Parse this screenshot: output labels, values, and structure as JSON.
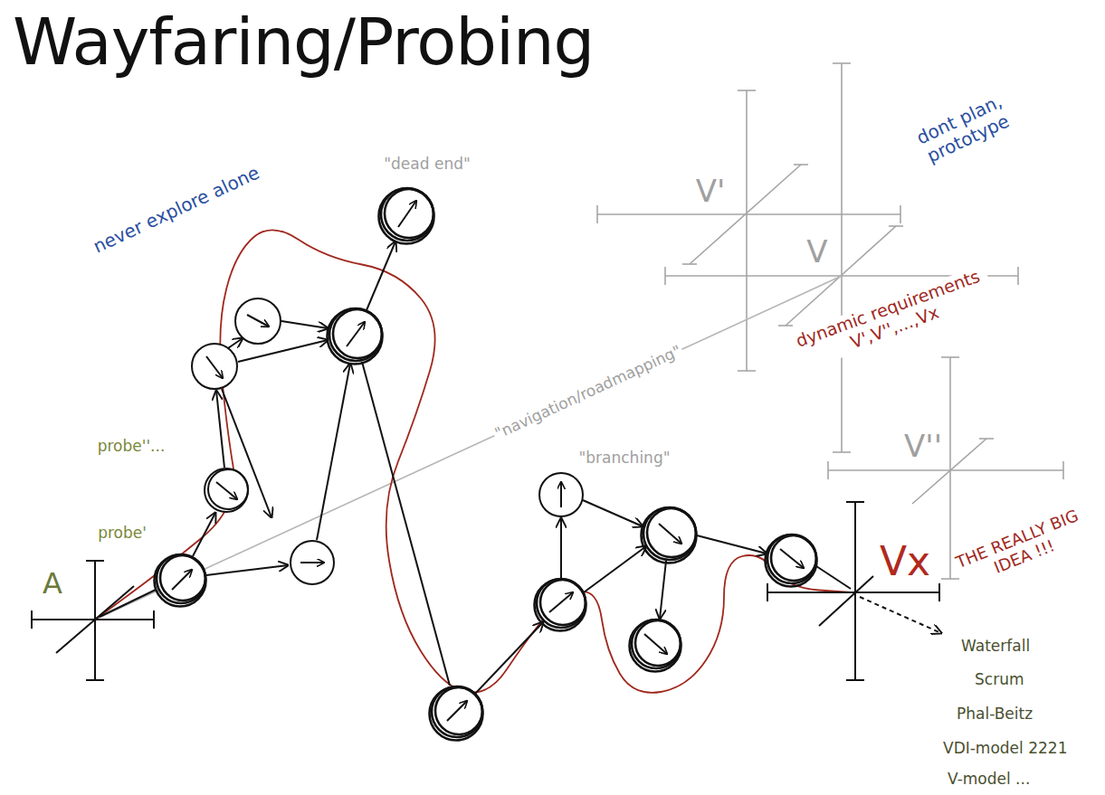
{
  "diagram": {
    "title": "Wayfaring/Probing",
    "labels": [
      "never explore alone",
      "\"dead end\"",
      "dont plan, prototype",
      "V'",
      "V",
      "dynamic requirements V',V'',...,Vx",
      "\"navigation/roadmapping\"",
      "probe''...",
      "probe'",
      "A",
      "\"branching\"",
      "V''",
      "Vx",
      "THE REALLY BIG IDEA !!!",
      "Waterfall",
      "Scrum",
      "Phal-Beitz",
      "VDI-model 2221",
      "V-model ..."
    ]
  }
}
